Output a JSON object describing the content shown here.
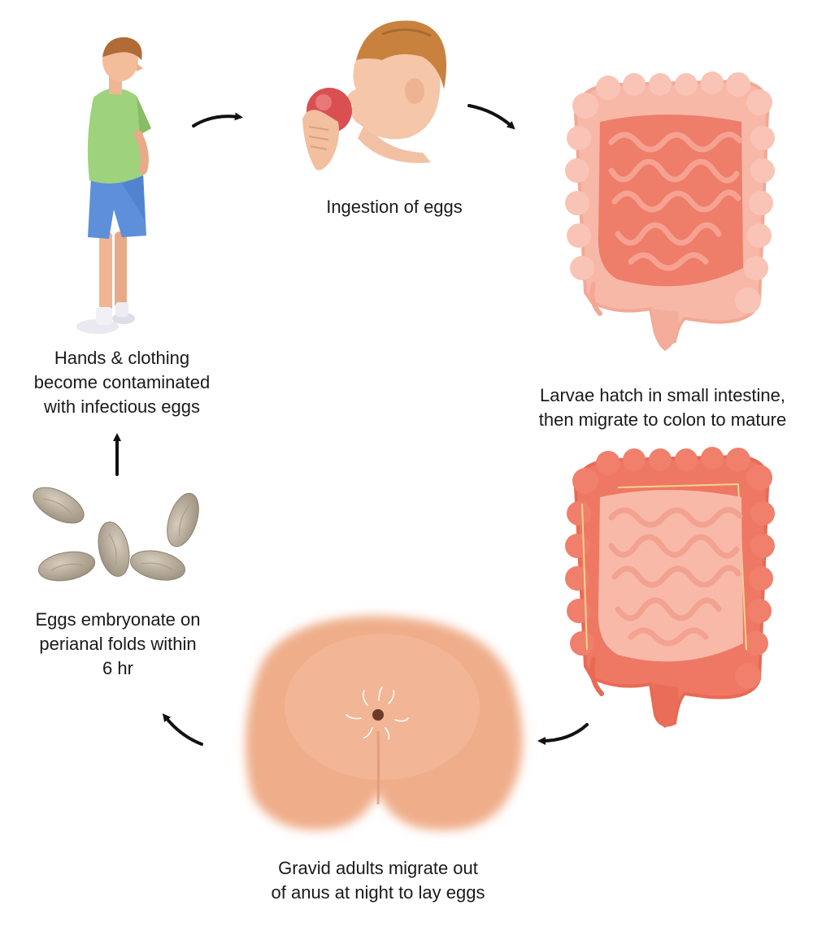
{
  "stages": {
    "contamination": {
      "lines": [
        "Hands & clothing",
        "become contaminated",
        "with infectious eggs"
      ],
      "icon": "boy-standing"
    },
    "ingestion": {
      "lines": [
        "Ingestion of eggs"
      ],
      "icon": "boy-eating-apple"
    },
    "hatch": {
      "lines": [
        "Larvae hatch in small intestine,",
        "then migrate to colon to mature"
      ],
      "icon": "small-intestine-highlighted"
    },
    "migration": {
      "lines": [
        "Gravid adults migrate out",
        "of anus at night to lay eggs"
      ],
      "icon": "perianal-region-with-worms"
    },
    "embryonate": {
      "lines": [
        "Eggs embryonate on",
        "perianal folds within",
        "6 hr"
      ],
      "icon": "pinworm-eggs"
    }
  },
  "colors": {
    "skin": "#f1b896",
    "intestine_light": "#f6b3a2",
    "intestine_dark": "#ec7a66",
    "egg": "#b9ad9c",
    "arrow": "#111111"
  }
}
